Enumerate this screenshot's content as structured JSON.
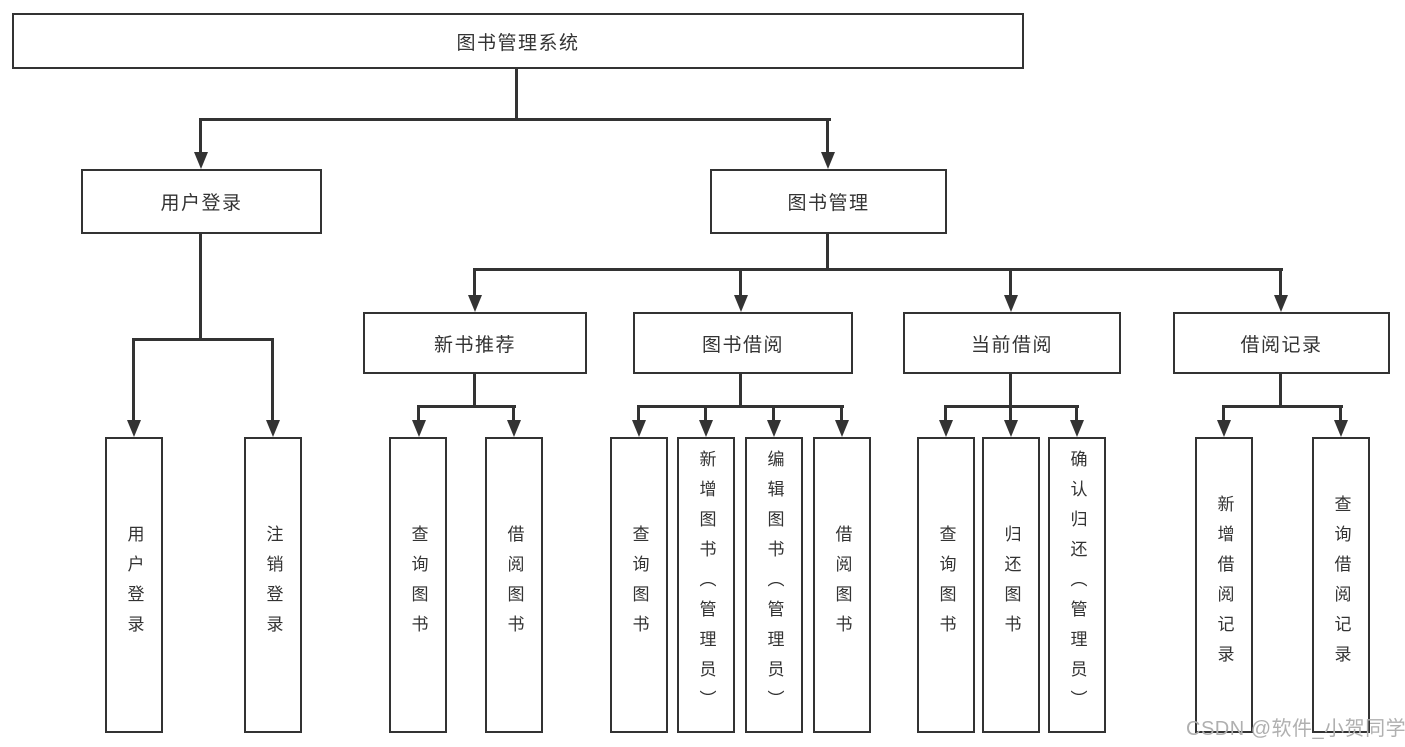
{
  "diagram_type": "hierarchy-tree",
  "tree": {
    "label": "图书管理系统",
    "children": [
      {
        "label": "用户登录",
        "children": [
          {
            "label": "用户登录"
          },
          {
            "label": "注销登录"
          }
        ]
      },
      {
        "label": "图书管理",
        "children": [
          {
            "label": "新书推荐",
            "children": [
              {
                "label": "查询图书"
              },
              {
                "label": "借阅图书"
              }
            ]
          },
          {
            "label": "图书借阅",
            "children": [
              {
                "label": "查询图书"
              },
              {
                "label": "新增图书（管理员）"
              },
              {
                "label": "编辑图书（管理员）"
              },
              {
                "label": "借阅图书"
              }
            ]
          },
          {
            "label": "当前借阅",
            "children": [
              {
                "label": "查询图书"
              },
              {
                "label": "归还图书"
              },
              {
                "label": "确认归还（管理员）"
              }
            ]
          },
          {
            "label": "借阅记录",
            "children": [
              {
                "label": "新增借阅记录"
              },
              {
                "label": "查询借阅记录"
              }
            ]
          }
        ]
      }
    ]
  },
  "watermark": {
    "text": "CSDN @软件_小贺同学"
  },
  "colors": {
    "line": "#333333",
    "box_border": "#333333",
    "text": "#333333",
    "watermark": "#b0b0b0",
    "background": "#ffffff"
  }
}
